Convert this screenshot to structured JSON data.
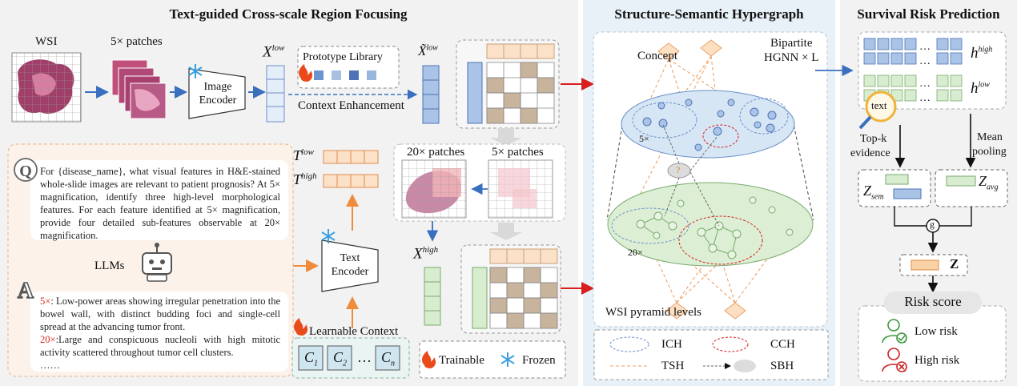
{
  "sections": {
    "left_title": "Text-guided Cross-scale Region Focusing",
    "middle_title": "Structure-Semantic Hypergraph",
    "right_title": "Survival Risk Prediction"
  },
  "left": {
    "wsi_label": "WSI",
    "patches5_label": "5× patches",
    "image_encoder": "Image Encoder",
    "x_low": "X",
    "x_low_sup": "low",
    "prototype_library": "Prototype Library",
    "context_enhancement": "Context Enhancement",
    "x_tilde_low": "X̃",
    "x_tilde_low_sup": "low",
    "patches20_label": "20× patches",
    "patches5b_label": "5× patches",
    "t_low": "T",
    "t_low_sup": "low",
    "t_high": "T",
    "t_high_sup": "high",
    "text_encoder": "Text Encoder",
    "x_high": "X",
    "x_high_sup": "high",
    "learnable_context": "Learnable Context",
    "context_tokens": [
      "C",
      "C",
      "…",
      "C"
    ],
    "context_subs": [
      "1",
      "2",
      "",
      "n"
    ],
    "llms_label": "LLMs",
    "prompt_text": "For {disease_name}, what visual features in H&E-stained whole-slide images are relevant to patient prognosis? At 5× magnification, identify three high-level morphological features. For each feature identified at 5× magnification, provide four detailed sub-features observable at 20× magnification.",
    "answer_5x_tag": "5×",
    "answer_5x": ": Low-power areas showing irregular penetration into the bowel wall, with distinct budding foci and single-cell spread at the advancing tumor front.",
    "answer_20x_tag": "20×",
    "answer_20x": ":Large and conspicuous nucleoli with high mitotic activity scattered throughout tumor cell clusters.",
    "answer_more": "……",
    "trainable_label": "Trainable",
    "frozen_label": "Frozen"
  },
  "middle": {
    "concept_label": "Concept",
    "bipartite_label": "Bipartite",
    "hgnn_label": "HGNN × L",
    "level_5x": "5×",
    "level_20x": "20×",
    "pyramid_label": "WSI pyramid levels",
    "question_mark": "?",
    "legend": [
      {
        "name": "ICH"
      },
      {
        "name": "CCH"
      },
      {
        "name": "TSH"
      },
      {
        "name": "SBH"
      }
    ]
  },
  "right": {
    "h_high": "h",
    "h_high_sup": "high",
    "h_low": "h",
    "h_low_sup": "low",
    "text_tag": "text",
    "topk_line1": "Top-k",
    "topk_line2": "evidence",
    "mean_line1": "Mean",
    "mean_line2": "pooling",
    "z_sem": "Z",
    "z_sem_sub": "sem",
    "z_avg": "Z",
    "z_avg_sub": "avg",
    "g_label": "g",
    "z_label": "Z",
    "risk_score": "Risk score",
    "low_risk": "Low risk",
    "high_risk": "High risk"
  },
  "colors": {
    "left_bg": "#f2f2f2",
    "middle_bg": "#e8f1f8",
    "right_bg": "#f2f2f2",
    "blue_cell": "#a9c4e6",
    "green_cell": "#d8ecd0",
    "peach_cell": "#fbe1c8",
    "brown_cell": "#c8b49c",
    "red_arrow": "#d81e1e",
    "orange_arrow": "#ef8b3a",
    "blue_arrow": "#3a6fc0"
  }
}
